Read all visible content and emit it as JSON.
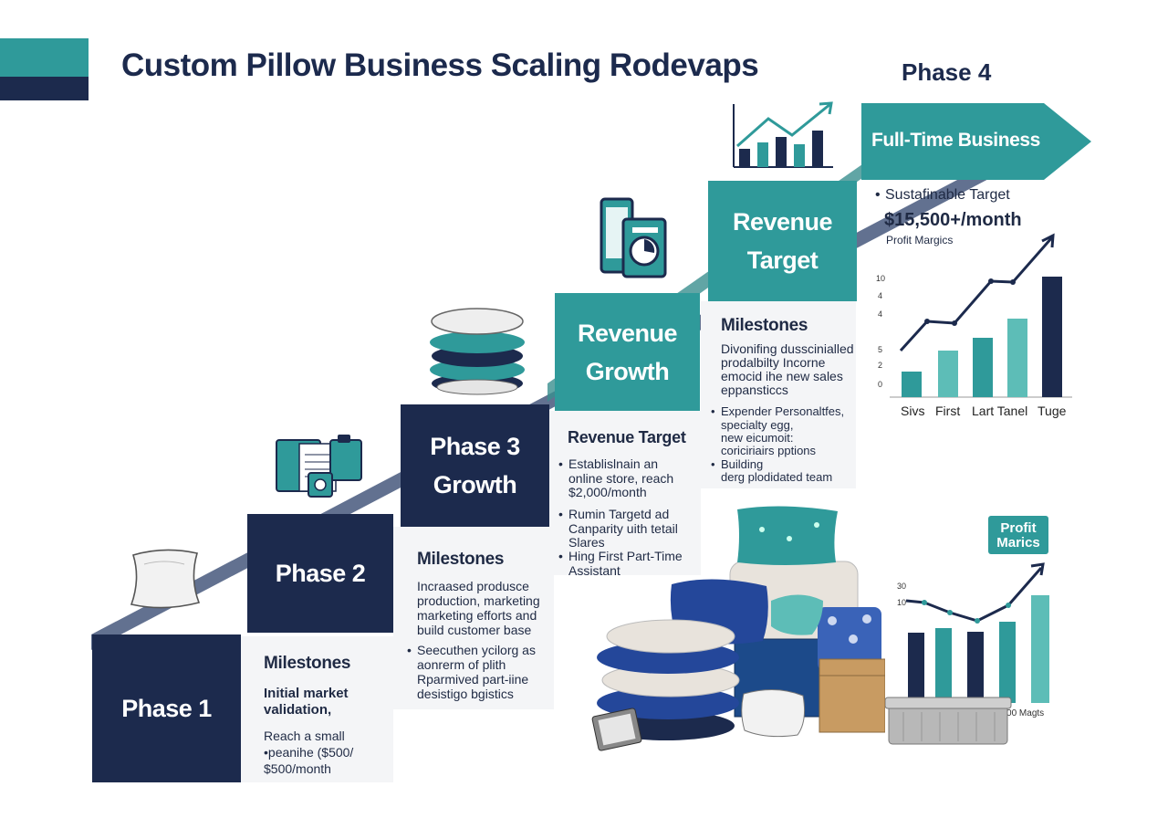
{
  "title": "Custom Pillow Business Scaling Rodevaps",
  "phase4_label": "Phase 4",
  "colors": {
    "navy": "#1c2a4d",
    "teal": "#2f9a9a",
    "light_teal": "#5dbdb7",
    "panel": "#f4f5f7"
  },
  "phases": {
    "p1": {
      "label": "Phase 1",
      "heading": "Milestones",
      "line1": "Initial market",
      "line2": "validation,",
      "body1": "Reach a small",
      "body2": "•peanihe ($500/",
      "body3": "$500/month"
    },
    "p2": {
      "label": "Phase 2",
      "heading": "Milestones",
      "body1": "Incraased produsce",
      "body2": "production, marketing",
      "body3": "marketing efforts and",
      "body4": "build customer base",
      "b1l1": "Seecuthen ycilorg as",
      "b1l2": "aonrerm of plith",
      "b1l3": "Rparmived part-iine",
      "b1l4": "desistigo bgistics"
    },
    "p3": {
      "label1": "Phase 3",
      "label2": "Growth",
      "heading": "Revenue Target",
      "b1l1": "Establislnain an",
      "b1l2": "online store, reach",
      "b1l3": "$2,000/month",
      "b2l1": "Rumin Targetd ad",
      "b2l2": "Canparity uith tetail",
      "b2l3": "Slares",
      "b3l1": "Hing First Part-Time",
      "b3l2": "Assistant"
    },
    "p35": {
      "label1": "Revenue",
      "label2": "Growth",
      "heading": "Milestones",
      "body1": "Divonifing dusscinialled",
      "body2": "prodalbilty Incorne",
      "body3": "emocid ihe new sales",
      "body4": "eppansticcs",
      "b1l1": "Expender Personaltfes,",
      "b1l2": "specialty egg,",
      "b1l3": "new eicumoit:",
      "b1l4": "coriciriairs pptions",
      "b2l1": "Building",
      "b2l2": "derg plodidated team"
    },
    "p4": {
      "label1": "Revenue",
      "label2": "Target",
      "arrow": "Full-Time Business",
      "bullet": "Sustafinable Target",
      "amount": "$15,500+/month",
      "sub": "Profit Margics"
    }
  },
  "charts": {
    "right_top": {
      "yticks": [
        "10",
        "4",
        "4",
        "5",
        "2",
        "0"
      ],
      "categories": [
        "Sivs",
        "First",
        "Lart Tanel",
        "Tuge"
      ]
    },
    "right_bottom": {
      "badge_l1": "Profit",
      "badge_l2": "Marics",
      "yticks": [
        "30",
        "10"
      ],
      "xlabel": "'2000 Magts"
    }
  },
  "icons": [
    "pillow-icon",
    "clipboard-icon",
    "pillow-stack-icon",
    "phone-icon",
    "growth-chart-icon"
  ]
}
